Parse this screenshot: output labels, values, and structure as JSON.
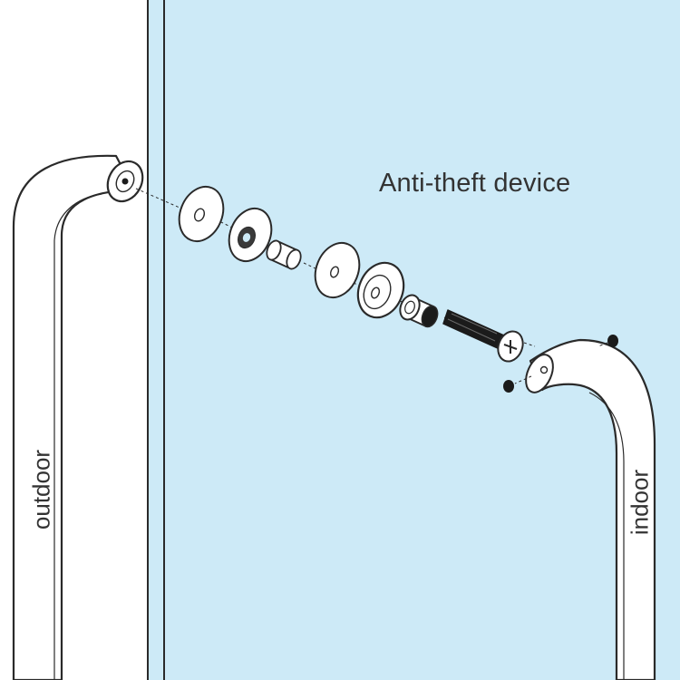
{
  "diagram": {
    "title": "Anti-theft device",
    "labels": {
      "outdoor": "outdoor",
      "indoor": "indoor"
    },
    "colors": {
      "glass": "#cdeaf7",
      "background": "#ffffff",
      "outline": "#2a2a2a",
      "part_dark": "#1b1b1b",
      "text": "#333333"
    },
    "parts": [
      "outdoor-handle",
      "washer",
      "rubber-washer",
      "sleeve",
      "washer",
      "cup-washer",
      "collar-nut",
      "threaded-bolt",
      "grub-screws",
      "indoor-handle"
    ]
  }
}
